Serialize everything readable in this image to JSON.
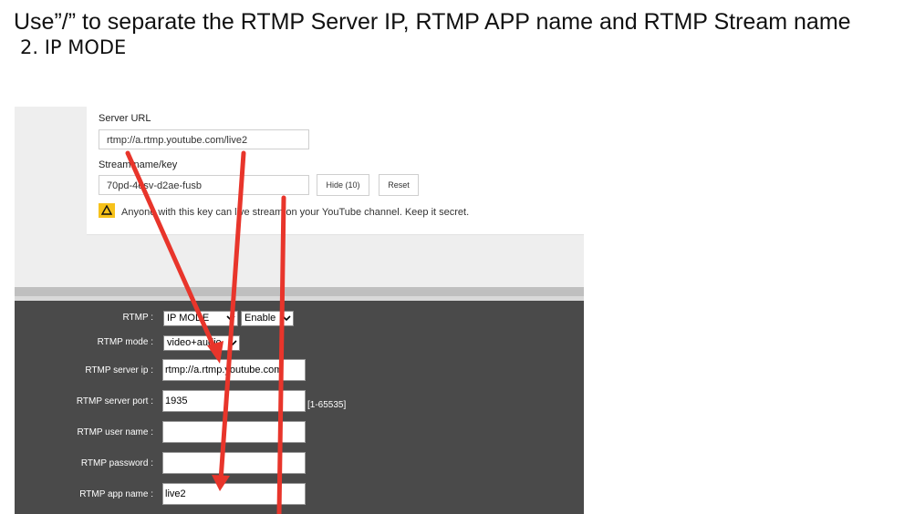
{
  "instruction": {
    "heading": "Use”/” to separate the RTMP Server IP, RTMP APP name and RTMP Stream name",
    "subheading": "2. IP MODE"
  },
  "youtube": {
    "server_url_label": "Server URL",
    "server_url_value": "rtmp://a.rtmp.youtube.com/live2",
    "stream_key_label": "Stream name/key",
    "stream_key_value": "70pd-4esv-d2ae-fusb",
    "hide_button": "Hide (10)",
    "reset_button": "Reset",
    "warning_text": "Anyone with this key can live stream on your YouTube channel. Keep it secret.",
    "warning_color": "#f7c21b"
  },
  "camera": {
    "rtmp_label": "RTMP :",
    "rtmp_mode_select": "IP MODE",
    "rtmp_enable_select": "Enable",
    "rtmp_mode_label": "RTMP mode :",
    "rtmp_mode_value": "video+audio",
    "server_ip_label": "RTMP server ip :",
    "server_ip_value": "rtmp://a.rtmp.youtube.com",
    "server_port_label": "RTMP server port :",
    "server_port_value": "1935",
    "server_port_hint": "[1-65535]",
    "user_name_label": "RTMP user name :",
    "user_name_value": "",
    "password_label": "RTMP password :",
    "password_value": "",
    "app_name_label": "RTMP app name :",
    "app_name_value": "live2",
    "panel_color": "#4a4a4a"
  },
  "annotation": {
    "arrow_color": "#e8352b",
    "icon": "red-arrow-icon"
  }
}
